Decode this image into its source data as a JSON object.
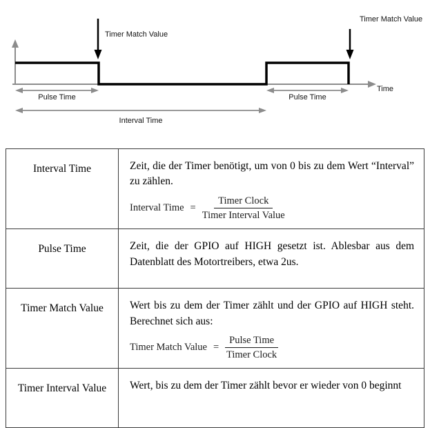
{
  "diagram": {
    "timer_match_label_1": "Timer Match Value",
    "timer_match_label_2": "Timer Match Value",
    "pulse_time_label_1": "Pulse Time",
    "pulse_time_label_2": "Pulse Time",
    "interval_time_label": "Interval Time",
    "time_axis_label": "Time"
  },
  "table": {
    "rows": [
      {
        "term": "Interval Time",
        "definition": "Zeit, die der Timer benötigt, um von 0 bis zu dem Wert “Interval” zu zählen.",
        "formula": {
          "lhs": "Interval Time",
          "eq": "=",
          "numerator": "Timer Clock",
          "denominator": "Timer Interval Value"
        }
      },
      {
        "term": "Pulse Time",
        "definition": "Zeit, die der GPIO auf HIGH gesetzt ist. Ablesbar aus dem Datenblatt des Motortreibers, etwa 2us."
      },
      {
        "term": "Timer Match Value",
        "definition": "Wert bis zu dem der Timer zählt und der GPIO auf HIGH steht. Berechnet sich aus:",
        "formula": {
          "lhs": "Timer Match Value",
          "eq": "=",
          "numerator": "Pulse Time",
          "denominator": "Timer Clock"
        }
      },
      {
        "term": "Timer Interval Value",
        "definition": "Wert, bis zu dem der Timer zählt bevor er wieder von 0 beginnt"
      }
    ]
  },
  "colors": {
    "waveform": "#000000",
    "axis": "#8c8c8c",
    "table_border": "#3a3a3a"
  }
}
